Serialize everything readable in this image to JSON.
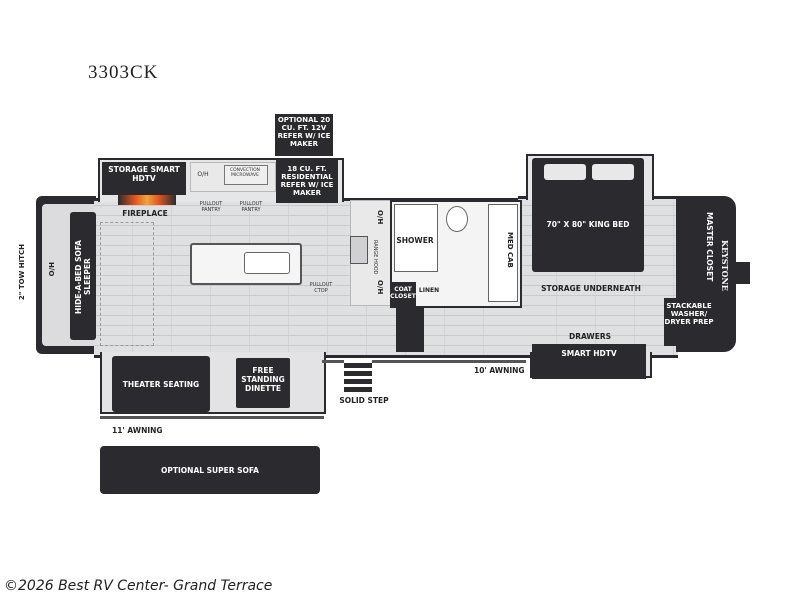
{
  "model": "3303CK",
  "watermark": "©2026 Best RV Center- Grand Terrace",
  "labels": {
    "optional_refer": "OPTIONAL 20 CU. FT. 12V REFER W/ ICE MAKER",
    "storage_hdtv": "STORAGE SMART HDTV",
    "oh": "O/H",
    "convection_microwave": "CONVECTION MICROWAVE",
    "residential_refer": "18 CU. FT. RESIDENTIAL REFER W/ ICE MAKER",
    "fireplace": "FIREPLACE",
    "pullout_pantry_1": "PULLOUT PANTRY",
    "pullout_pantry_2": "PULLOUT PANTRY",
    "tow_hitch": "2\" TOW HITCH",
    "oh_front": "O/H",
    "sofa_sleeper": "HIDE-A-BED SOFA SLEEPER",
    "range_hood": "RANGE HOOD",
    "oh_kitchen_top": "O/H",
    "oh_kitchen_bottom": "O/H",
    "pullout_ctop": "PULLOUT CTOP",
    "shower": "SHOWER",
    "coat_closet": "COAT CLOSET",
    "linen": "LINEN",
    "med_cab": "MED CAB",
    "king_bed": "70\" X 80\" KING BED",
    "storage_underneath": "STORAGE UNDERNEATH",
    "master_closet": "MASTER CLOSET",
    "keystone": "KEYSTONE",
    "washer_dryer": "STACKABLE WASHER/ DRYER PREP",
    "drawers": "DRAWERS",
    "smart_hdtv": "SMART HDTV",
    "awning_10": "10' AWNING",
    "theater_seating": "THEATER SEATING",
    "free_standing_dinette": "FREE STANDING DINETTE",
    "solid_step": "SOLID STEP",
    "awning_11": "11' AWNING",
    "optional_super_sofa": "OPTIONAL SUPER SOFA"
  },
  "colors": {
    "dark_furniture": "#2b2b2f",
    "floor": "#dfe0e2",
    "fireplace_flame": "#e8541c"
  }
}
